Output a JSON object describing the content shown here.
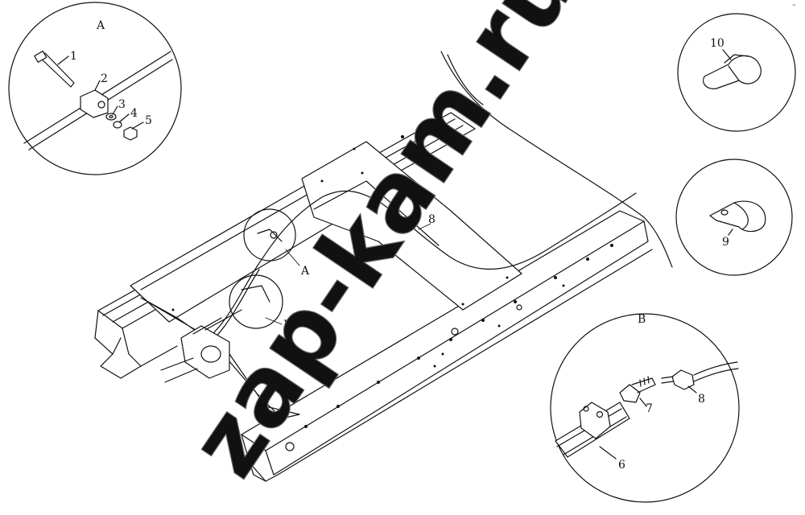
{
  "watermark": "zap-kam.ru",
  "detail_views": {
    "A": {
      "title": "A",
      "callouts": [
        "1",
        "2",
        "3",
        "4",
        "5"
      ]
    },
    "B": {
      "title": "B",
      "callouts": [
        "6",
        "7",
        "8"
      ]
    },
    "clamp_10": {
      "callout": "10"
    },
    "clamp_9": {
      "callout": "9"
    }
  },
  "main_view_labels": {
    "detail_a": "A",
    "detail_b": "B",
    "pipe_8": "8"
  },
  "corner_mark": "~"
}
